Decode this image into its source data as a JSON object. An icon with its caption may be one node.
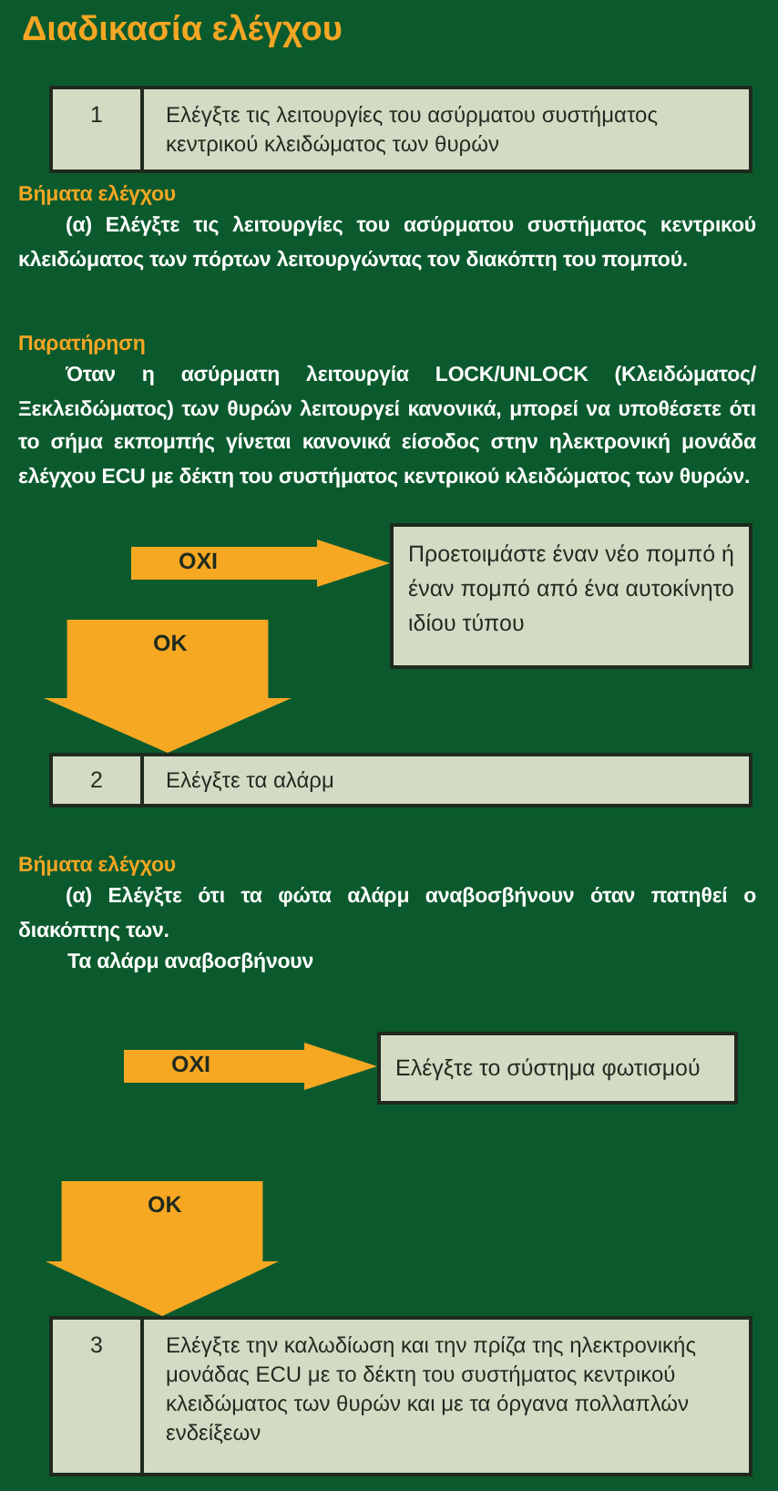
{
  "diagram": {
    "title": "Διαδικασία ελέγχου",
    "nodes": [
      {
        "text": [
          "1",
          "Ελέγξτε τις λειτουργίες του ασύρματου συστήματος κεντρικού κλειδώματος των θυρών"
        ]
      },
      {
        "text": [
          "Προετοιμάστε έναν νέο πομπό ή έναν πομπό από ένα αυτοκίνητο ιδίου τύπου"
        ]
      },
      {
        "text": [
          "2",
          "Ελέγξτε τα αλάρμ"
        ]
      },
      {
        "text": [
          "Ελέγξτε το σύστημα φωτισμού"
        ]
      },
      {
        "text": [
          "3",
          "Ελέγξτε την καλωδίωση και την πρίζα της ηλεκτρονικής μονάδας ECU με το δέκτη του συστήματος κεντρικού κλειδώματος των θυρών και με τα όργανα πολλαπλών ενδείξεων"
        ]
      }
    ],
    "edges": [
      {
        "from": null,
        "to": 1,
        "arrow": "to",
        "label": "OXI"
      },
      {
        "from": null,
        "to": 2,
        "arrow": "to",
        "label": "OK",
        "style": "thick"
      },
      {
        "from": null,
        "to": 3,
        "arrow": "to",
        "label": "OXI"
      },
      {
        "from": null,
        "to": 4,
        "arrow": "to",
        "label": "OK",
        "style": "thick"
      }
    ],
    "labels": [
      "Βήματα ελέγχου",
      "(α) Ελέγξτε τις λειτουργίες του ασύρματου συστήματος κεντρικού κλειδώματος των πόρτων λειτουργώντας τον διακόπτη του πομπού.",
      "Παρατήρηση",
      "Όταν η ασύρματη λειτουργία LOCK/UNLOCK (Κλειδώματος/Ξεκλειδώματος) των θυρών λειτουργεί κανονικά, μπορεί να υποθέσετε ότι το σήμα εκπομπής γίνεται κανονικά είσοδος στην ηλεκτρονική μονάδα ελέγχου ECU με δέκτη του συστήματος κεντρικού κλειδώματος των θυρών.",
      "Βήματα ελέγχου",
      "(α) Ελέγξτε ότι τα φώτα αλάρμ αναβοσβήνουν όταν πατηθεί ο διακόπτης των.",
      "Τα αλάρμ αναβοσβήνουν"
    ]
  }
}
